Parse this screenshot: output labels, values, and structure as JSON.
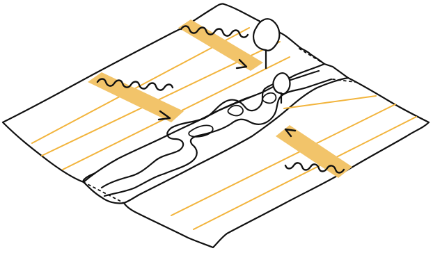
{
  "colors": {
    "background": "#ffffff",
    "ink": "#111111",
    "paper": "#ffffff",
    "field_line": "#f2b43c",
    "flow_band": "#f2c46a"
  },
  "icons": {
    "field_left": "field-plot",
    "field_right": "field-plot",
    "river": "meandering-river-channel",
    "trees": "deciduous-tree",
    "flows": "wavy-arrow"
  }
}
